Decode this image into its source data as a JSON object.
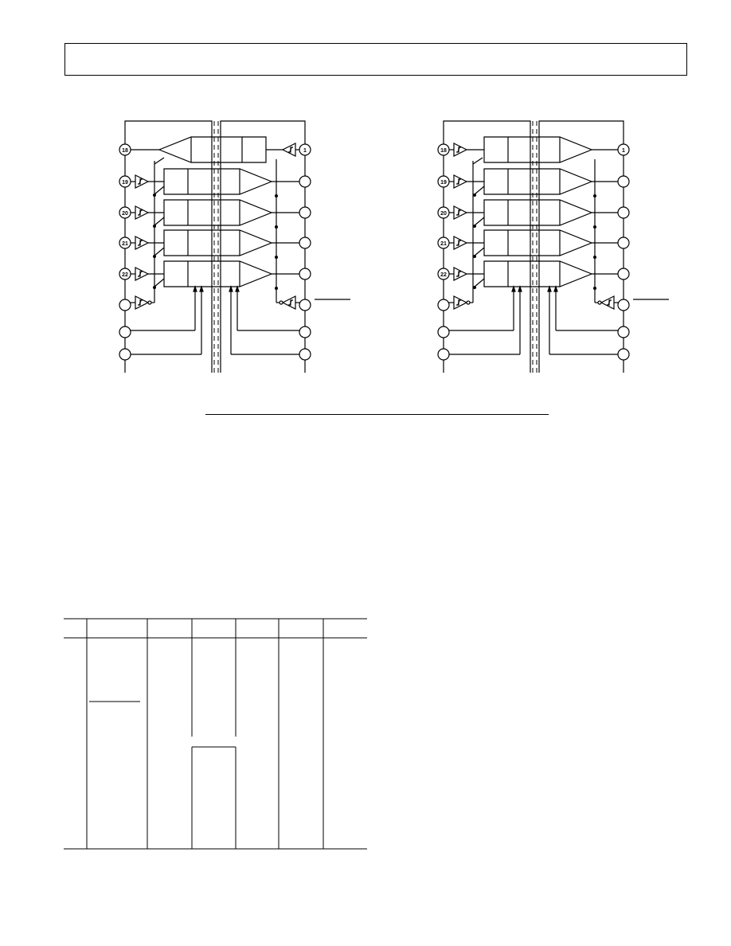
{
  "diagram_left": {
    "left_pins": [
      "18",
      "19",
      "20",
      "21",
      "22"
    ],
    "right_pins": [
      "1"
    ]
  },
  "diagram_right": {
    "left_pins": [
      "18",
      "19",
      "20",
      "21",
      "22"
    ],
    "right_pins": [
      "1"
    ]
  }
}
